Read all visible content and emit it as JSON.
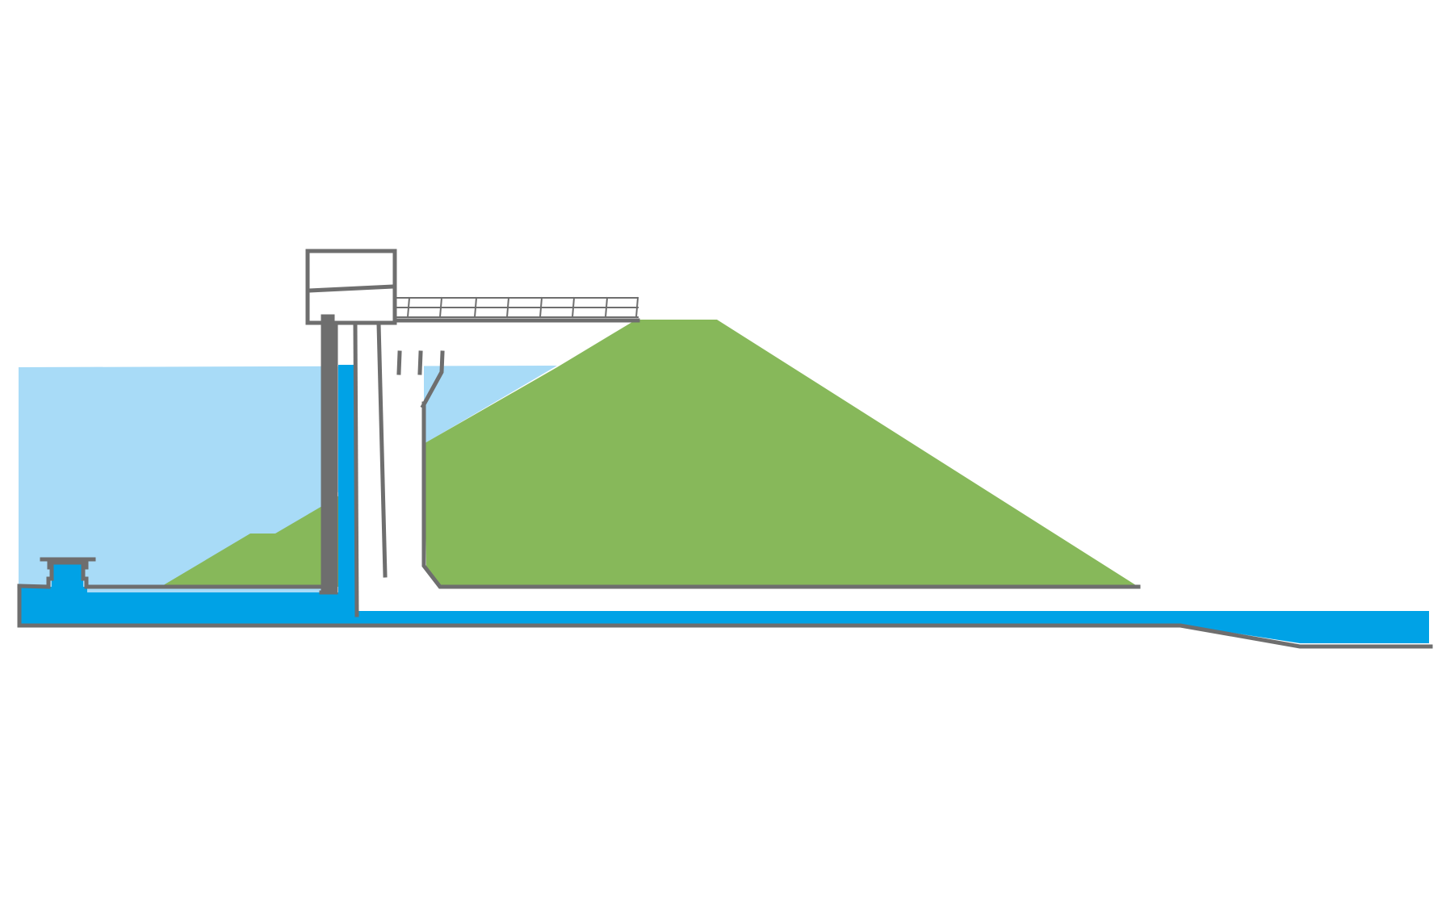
{
  "colors": {
    "background": "#ffffff",
    "reservoir_water": "#a8dbf7",
    "conduit_water": "#00a2e6",
    "embankment": "#87b85a",
    "structure": "#6e6e6e"
  },
  "diagram": {
    "parts": [
      "reservoir-water",
      "embankment-dam",
      "upstream-berm",
      "intake-tower",
      "gate-house",
      "access-bridge",
      "intake-structure",
      "outlet-conduit",
      "outlet-channel"
    ]
  }
}
